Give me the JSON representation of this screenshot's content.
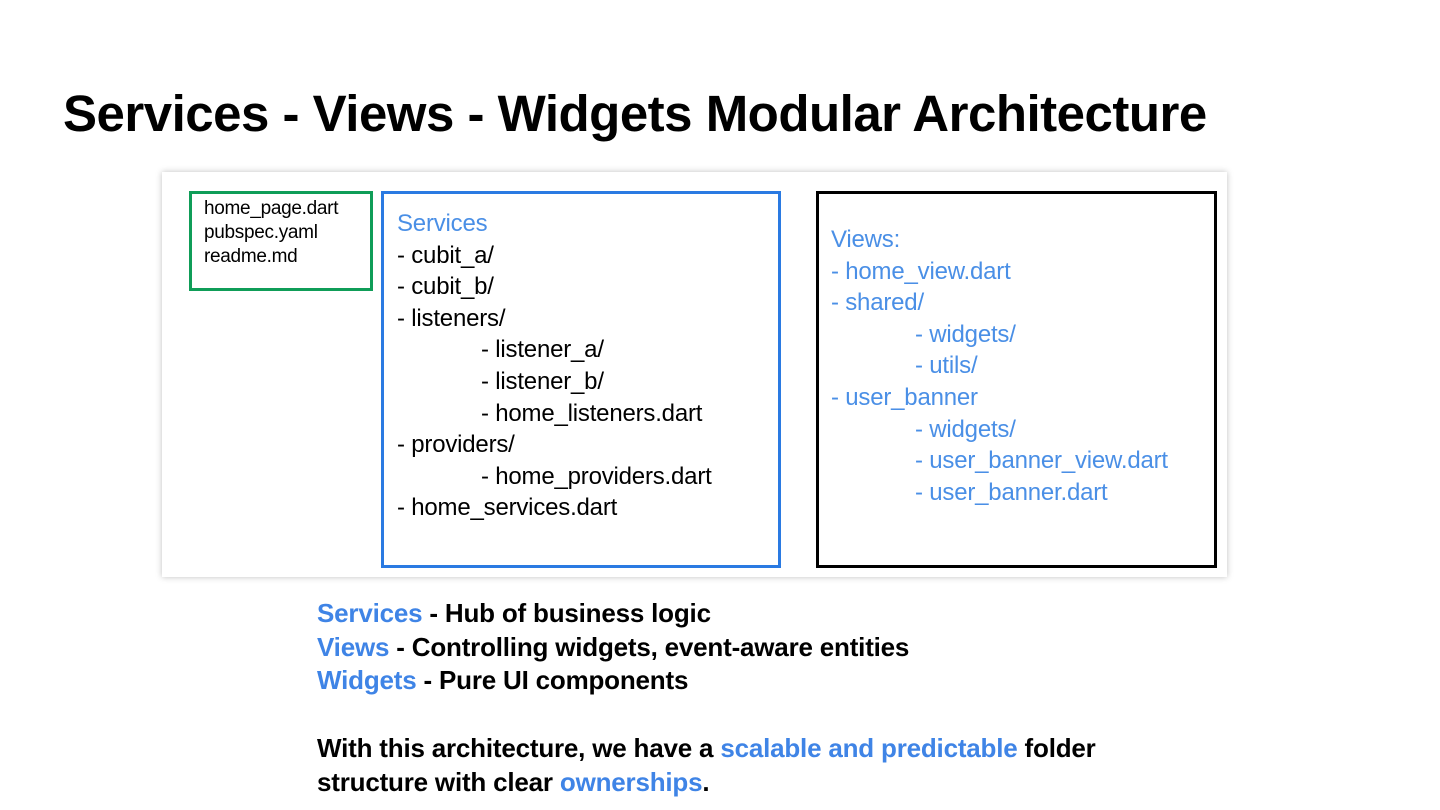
{
  "title": "Services - Views - Widgets Modular Architecture",
  "colors": {
    "root_box_border": "#0f9d58",
    "services_box_border": "#2a7ae2",
    "views_box_border": "#000000",
    "accent_text": "#4a8fe6"
  },
  "root_files": {
    "items": [
      "home_page.dart",
      "pubspec.yaml",
      "readme.md"
    ]
  },
  "services": {
    "heading": "Services",
    "items": [
      "- cubit_a/",
      "- cubit_b/",
      "- listeners/",
      "- listener_a/",
      "- listener_b/",
      "- home_listeners.dart",
      "- providers/",
      "- home_providers.dart",
      "- home_services.dart"
    ]
  },
  "views": {
    "heading": "Views:",
    "items": [
      "- home_view.dart",
      "- shared/",
      "- widgets/",
      "- utils/",
      "- user_banner",
      "- widgets/",
      "- user_banner_view.dart",
      "- user_banner.dart"
    ]
  },
  "legend": [
    {
      "term": "Services",
      "description": " - Hub of business logic"
    },
    {
      "term": "Views",
      "description": " - Controlling widgets, event-aware entities"
    },
    {
      "term": "Widgets",
      "description": " - Pure UI components"
    }
  ],
  "summary": {
    "line1_start": "With this architecture, we have a ",
    "line1_highlight": "scalable and predictable",
    "line1_end": " folder",
    "line2_start": "structure with clear ",
    "line2_highlight": "ownerships",
    "line2_end": "."
  }
}
